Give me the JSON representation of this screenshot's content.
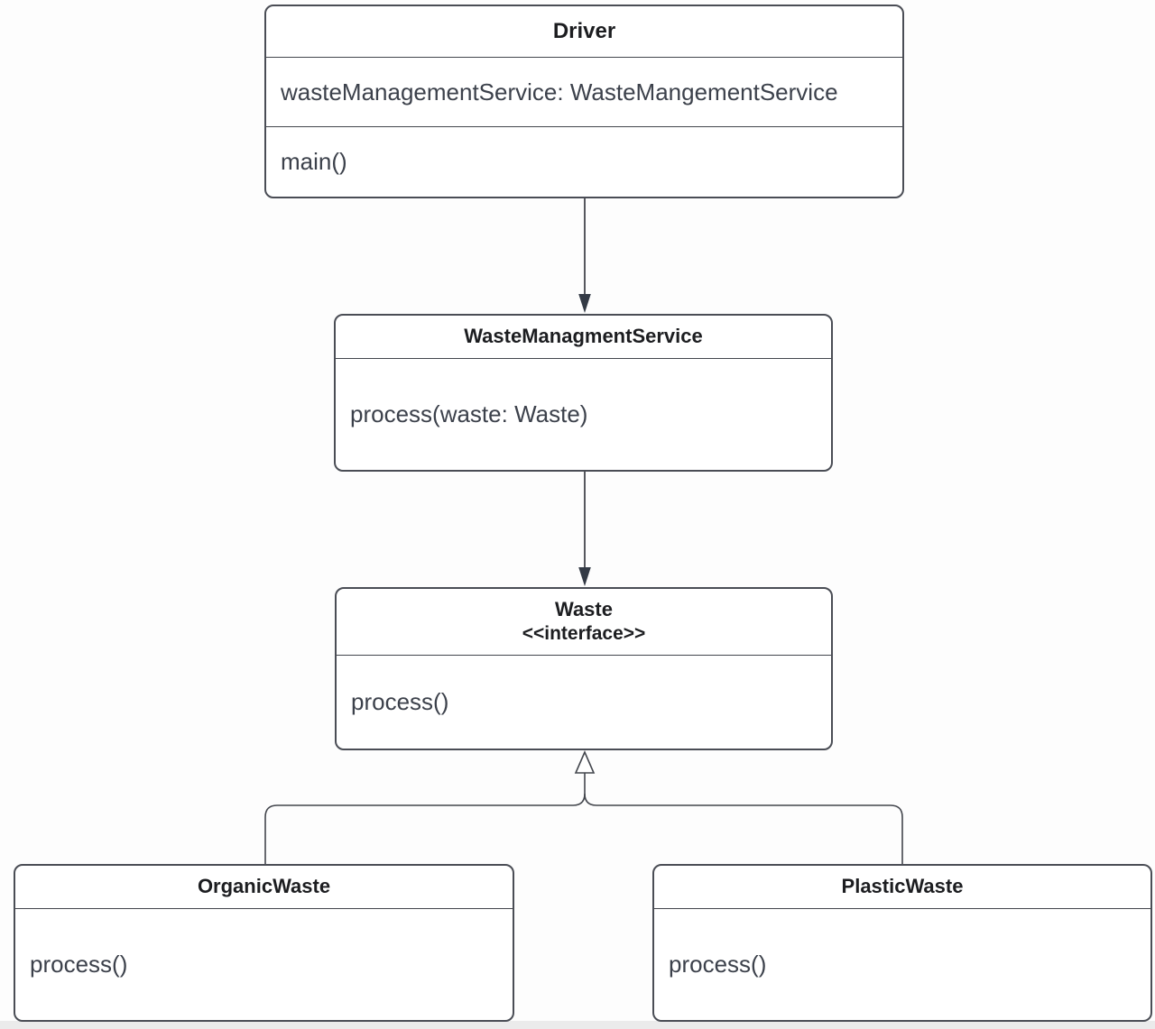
{
  "diagram": {
    "type": "uml-class-diagram",
    "classes": [
      {
        "name": "Driver",
        "stereotype": "",
        "attributes": [
          "wasteManagementService: WasteMangementService"
        ],
        "methods": [
          "main()"
        ]
      },
      {
        "name": "WasteManagmentService",
        "stereotype": "",
        "attributes": [],
        "methods": [
          "process(waste: Waste)"
        ]
      },
      {
        "name": "Waste",
        "stereotype": "<<interface>>",
        "attributes": [],
        "methods": [
          "process()"
        ]
      },
      {
        "name": "OrganicWaste",
        "stereotype": "",
        "attributes": [],
        "methods": [
          "process()"
        ]
      },
      {
        "name": "PlasticWaste",
        "stereotype": "",
        "attributes": [],
        "methods": [
          "process()"
        ]
      }
    ],
    "relations": [
      {
        "from": "Driver",
        "to": "WasteManagmentService",
        "type": "directed association",
        "arrowhead": "filled"
      },
      {
        "from": "WasteManagmentService",
        "to": "Waste",
        "type": "directed association",
        "arrowhead": "filled"
      },
      {
        "from": "OrganicWaste",
        "to": "Waste",
        "type": "generalization",
        "arrowhead": "hollow triangle"
      },
      {
        "from": "PlasticWaste",
        "to": "Waste",
        "type": "generalization",
        "arrowhead": "hollow triangle"
      }
    ],
    "colors": {
      "background": "#fdfdfd",
      "box_fill": "#ffffff",
      "box_border": "#4a4d55",
      "divider": "#43464d",
      "title_text": "#1c1d20",
      "body_text": "#3c414b",
      "connector_line": "#43464d",
      "arrowhead_fill": "#333a45",
      "page_edge_strip": "#ebebeb"
    }
  }
}
